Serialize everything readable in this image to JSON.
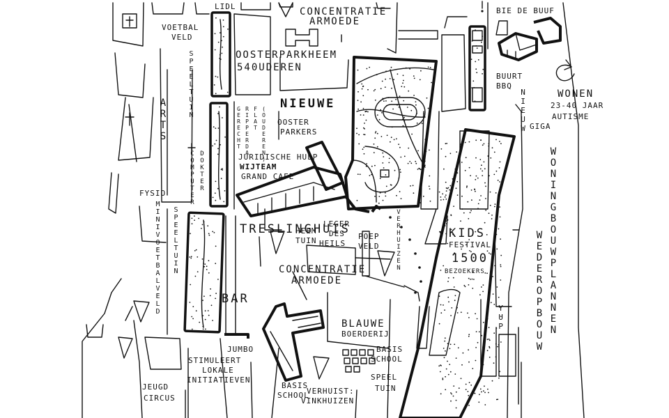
{
  "map": {
    "labels": {
      "lidl": "LIDL",
      "concentratie_top_1": "CONCENTRATIE",
      "concentratie_top_2": "ARMOEDE",
      "bie_de_buuf": "BIE DE BUUF",
      "voetbalveld_1": "VOETBAL",
      "voetbalveld_2": "VELD",
      "speeltuin_top": "SPEELTUIN",
      "oosterparkheem_1": "OOSTERPARKHEEM",
      "oosterparkheem_2": "540UDEREN",
      "nieuwe": "NIEUWE",
      "oosterparkers_1": "OOSTER",
      "oosterparkers_2": "PARKERS",
      "gerecht_1": "GERECHT",
      "gerecht_2": "RIPPERDA",
      "gerecht_3": "FLAT",
      "gerecht_4": "(OUDEREN)",
      "buurt_bbq_1": "BUURT",
      "buurt_bbq_2": "BBQ",
      "wonen_1": "WONEN",
      "wonen_2": "23-40 JAAR",
      "wonen_3": "AUTISME",
      "nieuw_giga_1": "NIEUW",
      "nieuw_giga_2": "GIGA",
      "arts": "ARTS",
      "computer_dokter_1": "COMPUTER",
      "computer_dokter_2": "DOKTER",
      "juridische_1": "JURIDISCHE HULP",
      "juridische_2": "WIJTEAM",
      "juridische_3": "GRAND CAFE",
      "woning_plannen": "WONINGBOUWPLANNEN",
      "fysio": "FYSIO",
      "mini_voet_bal_veld": "MINIVOETBALVELD",
      "speeltuin_left": "SPEELTUIN",
      "treslinghuis": "TRESLINGHUIS",
      "heem_tuin_1": "HEEM",
      "heem_tuin_2": "TUIN",
      "leger_1": "LEGER",
      "leger_2": "DES",
      "leger_3": "HEILS",
      "poep_veld_1": "POEP",
      "poep_veld_2": "VELD",
      "verhuizen": "VERHUIZEN",
      "kids_1": "KIDS",
      "kids_2": "FESTIVAL",
      "kids_3": "1500",
      "kids_4": "BEZOEKERS",
      "concentratie_mid_1": "CONCENTRATIE",
      "concentratie_mid_2": "ARMOEDE",
      "wederopbouw": "WEDEROPBOUW",
      "bar": "BAR",
      "blauwe_1": "BLAUWE",
      "blauwe_2": "BOERDERIJ",
      "basis_right_1": "BASIS",
      "basis_right_2": "SCHOOL",
      "yup": "YUP",
      "jumbo": "JUMBO",
      "stimuleert_1": "STIMULEERT",
      "stimuleert_2": "LOKALE",
      "stimuleert_3": "INITIATIEVEN",
      "speeltuin_bottom_1": "SPEEL",
      "speeltuin_bottom_2": "TUIN",
      "basis_bottom_1": "BASIS",
      "basis_bottom_2": "SCHOOL",
      "verhuist_1": "VERHUIST:",
      "verhuist_2": "VINKHUIZEN",
      "jeugd_circus_1": "JEUGD",
      "jeugd_circus_2": "CIRCUS"
    },
    "colors": {
      "ink": "#111111",
      "paper": "#ffffff"
    },
    "icons": [
      "church-cross-icon",
      "fries-cone-icon",
      "pin-icon",
      "barn-icon",
      "apartment-building-icon",
      "stadium-icon",
      "recycle-arrow-icon"
    ]
  }
}
